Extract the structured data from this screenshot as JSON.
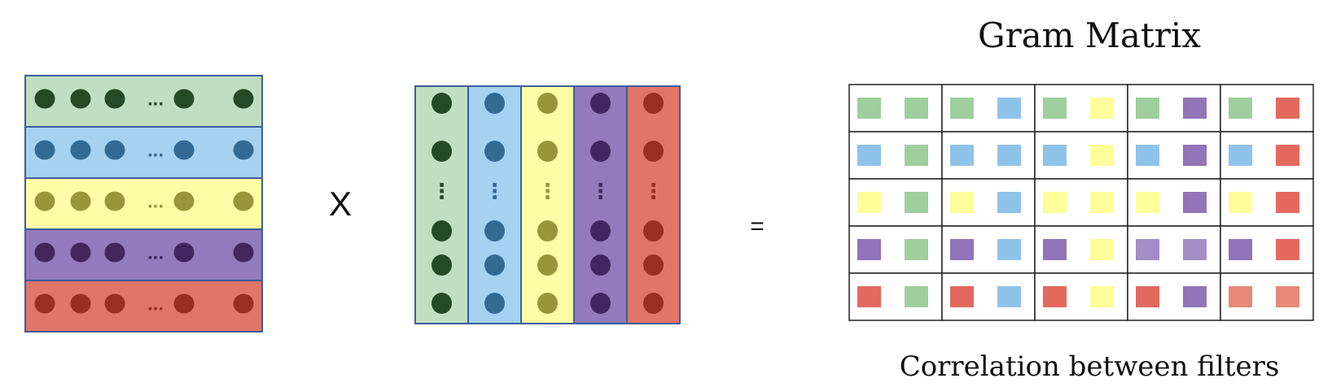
{
  "title": "Gram Matrix",
  "caption": "Correlation between filters",
  "operators": {
    "multiply": "X",
    "equals": "="
  },
  "ellipsis": "...",
  "vertical_ellipsis": "⋮",
  "filters": [
    {
      "fill": "#c0dfc0",
      "dot": "#264a26",
      "square": "#9fce9f",
      "square_alt": "#9fce9f"
    },
    {
      "fill": "#a6d2f2",
      "dot": "#346a92",
      "square": "#8fc3ea",
      "square_alt": "#a9d5f2"
    },
    {
      "fill": "#fdfda6",
      "dot": "#98963a",
      "square": "#fdfd99",
      "square_alt": "#fdfd99"
    },
    {
      "fill": "#937bbb",
      "dot": "#42265f",
      "square": "#9274b8",
      "square_alt": "#a58cc6"
    },
    {
      "fill": "#e17569",
      "dot": "#9a2e22",
      "square": "#e3695e",
      "square_alt": "#e8877c"
    }
  ],
  "border_color": "#3d5d9a"
}
